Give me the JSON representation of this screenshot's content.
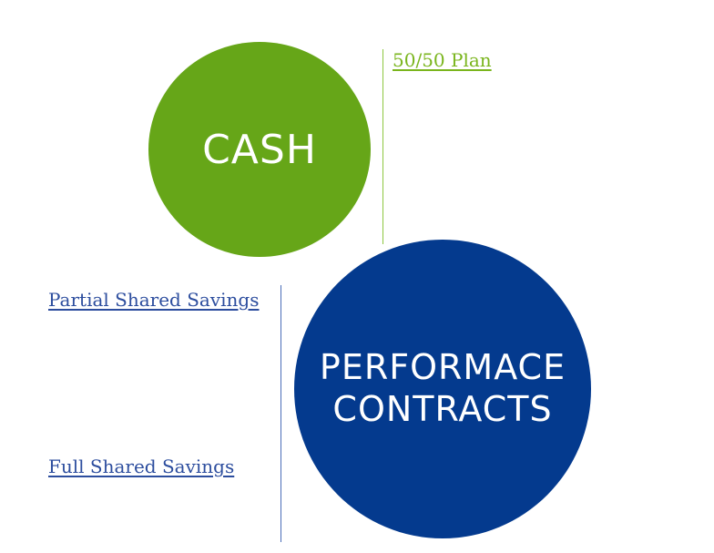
{
  "colors": {
    "cash_green": "#66a618",
    "performance_blue": "#043a8e",
    "link_green": "#7ab51d",
    "link_blue": "#2c4d9e",
    "divider_green": "#8cc63f",
    "divider_blue": "#4a6db8"
  },
  "cash": {
    "label": "CASH",
    "options": [
      {
        "label": "50/50 Plan"
      }
    ]
  },
  "performance": {
    "label_line1": "PERFORMACE",
    "label_line2": "CONTRACTS",
    "options": [
      {
        "label": "Partial Shared Savings"
      },
      {
        "label": "Full Shared Savings"
      }
    ]
  }
}
